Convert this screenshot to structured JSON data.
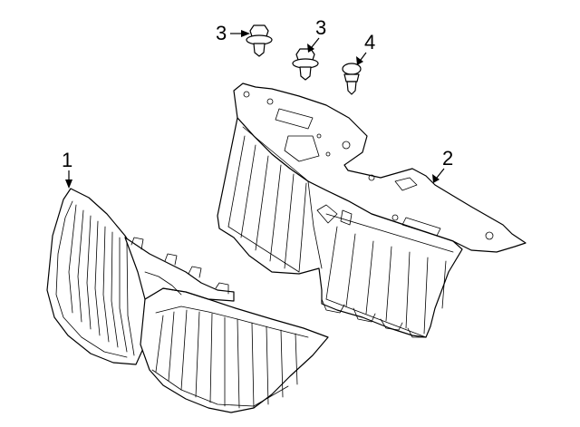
{
  "callouts": [
    {
      "id": "1",
      "label": "1",
      "part": "grille-assembly"
    },
    {
      "id": "2",
      "label": "2",
      "part": "reinforcement-panel"
    },
    {
      "id": "3a",
      "label": "3",
      "part": "bolt-left"
    },
    {
      "id": "3b",
      "label": "3",
      "part": "bolt-right"
    },
    {
      "id": "4",
      "label": "4",
      "part": "push-pin-retainer"
    }
  ]
}
